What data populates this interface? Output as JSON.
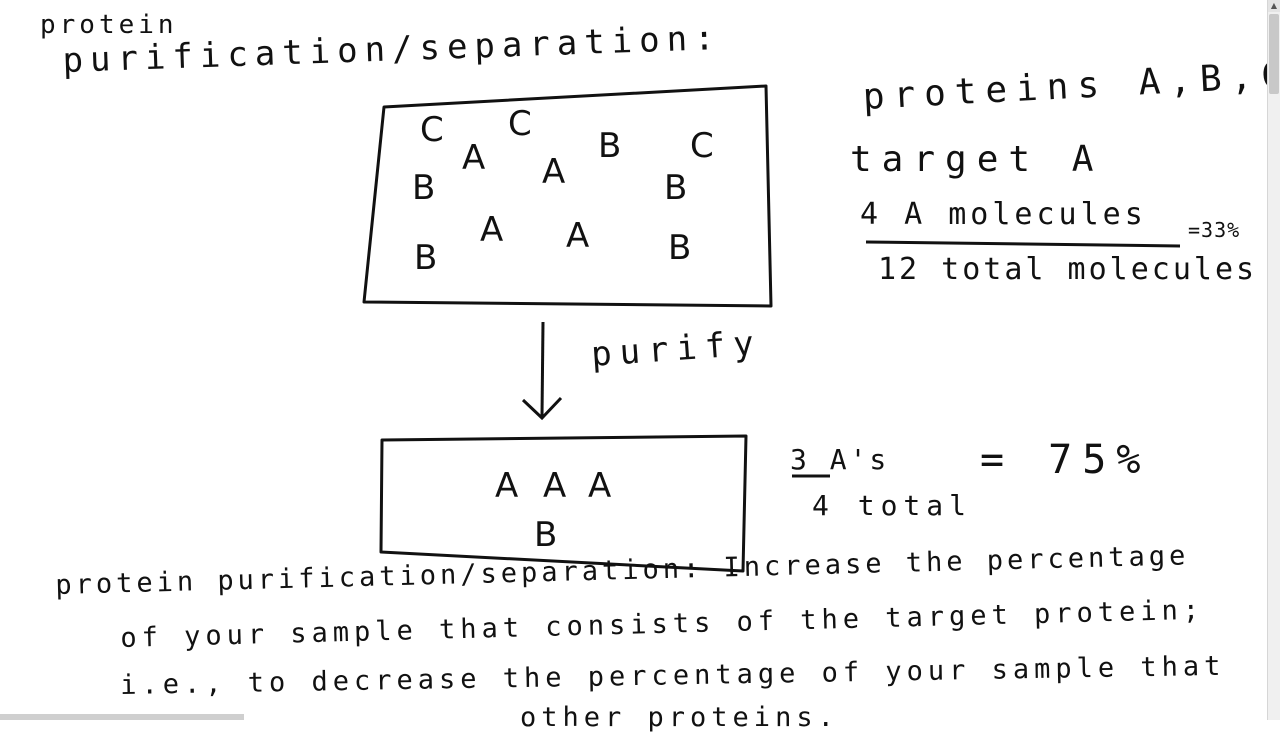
{
  "heading": {
    "line1": "protein",
    "line2": "purification/separation:"
  },
  "top_box": {
    "letters": [
      "C",
      "C",
      "A",
      "A",
      "B",
      "C",
      "B",
      "B",
      "A",
      "A",
      "B",
      "B"
    ]
  },
  "right_notes": {
    "proteins": "proteins A,B,C",
    "target": "target A",
    "numerator": "4 A molecules",
    "denominator": "12 total molecules",
    "result": "=33%"
  },
  "arrow_label": "purify",
  "bottom_box": {
    "letters": [
      "A",
      "A",
      "A",
      "B"
    ]
  },
  "bottom_notes": {
    "numerator": "3 A's",
    "denominator": "4 total",
    "result": "= 75%"
  },
  "definition": {
    "line1": "protein purification/separation: Increase the percentage",
    "line2": "of your sample that consists of the target protein;",
    "line3": "i.e., to decrease the percentage of your sample that",
    "line4": "other proteins."
  },
  "ink_color": "#111111"
}
